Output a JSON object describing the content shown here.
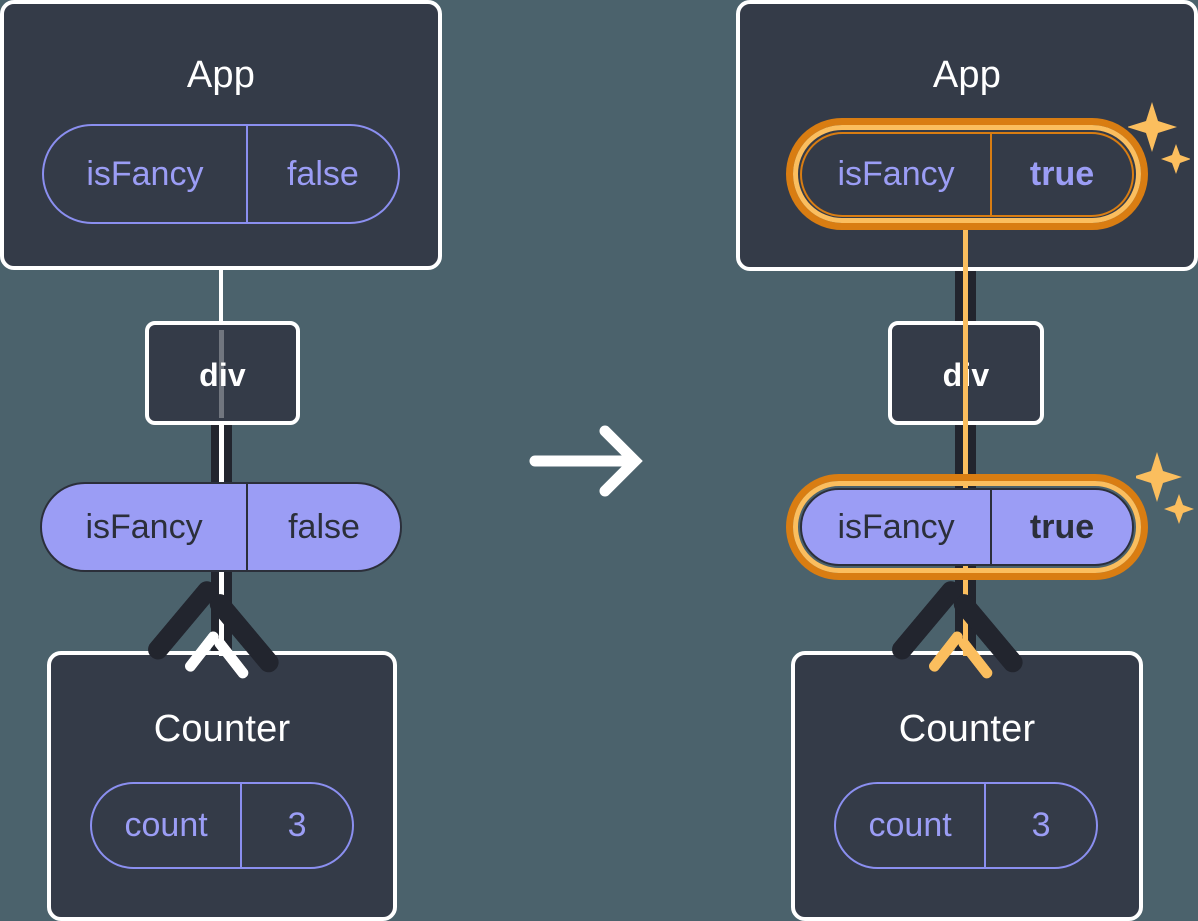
{
  "diagram": {
    "title": "React state update propagation",
    "colors": {
      "background": "#4b626c",
      "node_fill": "#343b48",
      "node_border": "#ffffff",
      "accent_purple": "#9b9df5",
      "highlight_orange": "#d97d12",
      "highlight_orange_light": "#fbbe5e",
      "edge_dark": "#22252e"
    },
    "transition_arrow": "arrow-right-icon"
  },
  "before": {
    "app": {
      "title": "App",
      "state": {
        "key": "isFancy",
        "value": "false"
      }
    },
    "div": {
      "title": "div"
    },
    "prop": {
      "key": "isFancy",
      "value": "false"
    },
    "counter": {
      "title": "Counter",
      "state": {
        "key": "count",
        "value": "3"
      }
    }
  },
  "after": {
    "app": {
      "title": "App",
      "state": {
        "key": "isFancy",
        "value": "true"
      },
      "highlighted": true,
      "sparkle": "sparkle-icon"
    },
    "div": {
      "title": "div"
    },
    "prop": {
      "key": "isFancy",
      "value": "true",
      "highlighted": true,
      "sparkle": "sparkle-icon"
    },
    "counter": {
      "title": "Counter",
      "state": {
        "key": "count",
        "value": "3"
      }
    }
  }
}
